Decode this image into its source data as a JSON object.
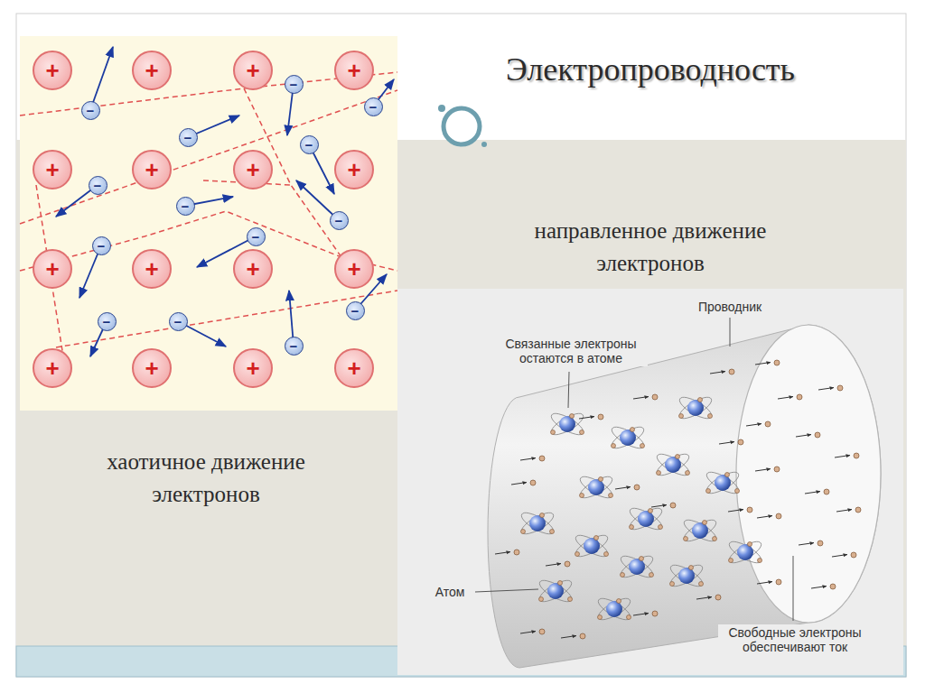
{
  "diagram": {
    "title": "Электропроводность",
    "nodes": [
      {
        "text": [
          "+"
        ]
      },
      {
        "text": [
          "+"
        ]
      },
      {
        "text": [
          "+"
        ]
      },
      {
        "text": [
          "+"
        ]
      },
      {
        "text": [
          "+"
        ]
      },
      {
        "text": [
          "+"
        ]
      },
      {
        "text": [
          "+"
        ]
      },
      {
        "text": [
          "+"
        ]
      },
      {
        "text": [
          "+"
        ]
      },
      {
        "text": [
          "+"
        ]
      },
      {
        "text": [
          "+"
        ]
      },
      {
        "text": [
          "+"
        ]
      },
      {
        "text": [
          "+"
        ]
      },
      {
        "text": [
          "+"
        ]
      },
      {
        "text": [
          "+"
        ]
      },
      {
        "text": [
          "+"
        ]
      },
      {
        "text": [
          "−"
        ]
      },
      {
        "text": [
          "−"
        ]
      },
      {
        "text": [
          "−"
        ]
      },
      {
        "text": [
          "−"
        ]
      },
      {
        "text": [
          "−"
        ]
      },
      {
        "text": [
          "−"
        ]
      },
      {
        "text": [
          "−"
        ]
      },
      {
        "text": [
          "−"
        ]
      },
      {
        "text": [
          "−"
        ]
      },
      {
        "text": [
          "−"
        ]
      },
      {
        "text": [
          "−"
        ]
      },
      {
        "text": [
          "−"
        ]
      },
      {
        "text": [
          "−"
        ]
      },
      {
        "text": [
          "−"
        ]
      }
    ],
    "labels": [
      "направленное движение электронов",
      "хаотичное движение электронов",
      "Проводник",
      "Связанные электроны остаются в атоме",
      "Атом",
      "Свободные электроны обеспечивают ток"
    ]
  }
}
